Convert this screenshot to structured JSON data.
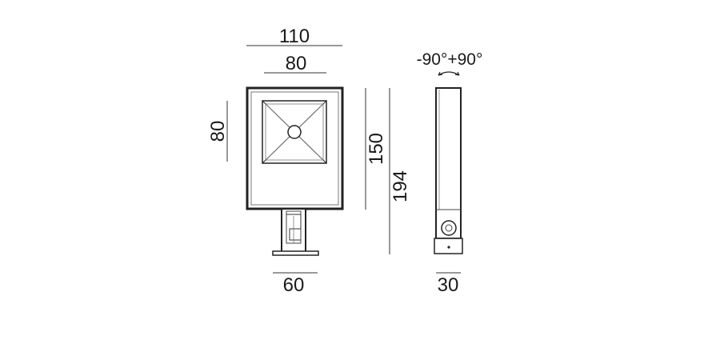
{
  "dimensions": {
    "front_total_width": "110",
    "front_head_width": "80",
    "front_head_height": "80",
    "front_body_height": "150",
    "front_total_height": "194",
    "front_base_width": "60",
    "side_width": "30",
    "side_rotation": "-90°+90°"
  },
  "colors": {
    "line": "#222222",
    "text": "#1a1a1a",
    "background": "#ffffff"
  }
}
